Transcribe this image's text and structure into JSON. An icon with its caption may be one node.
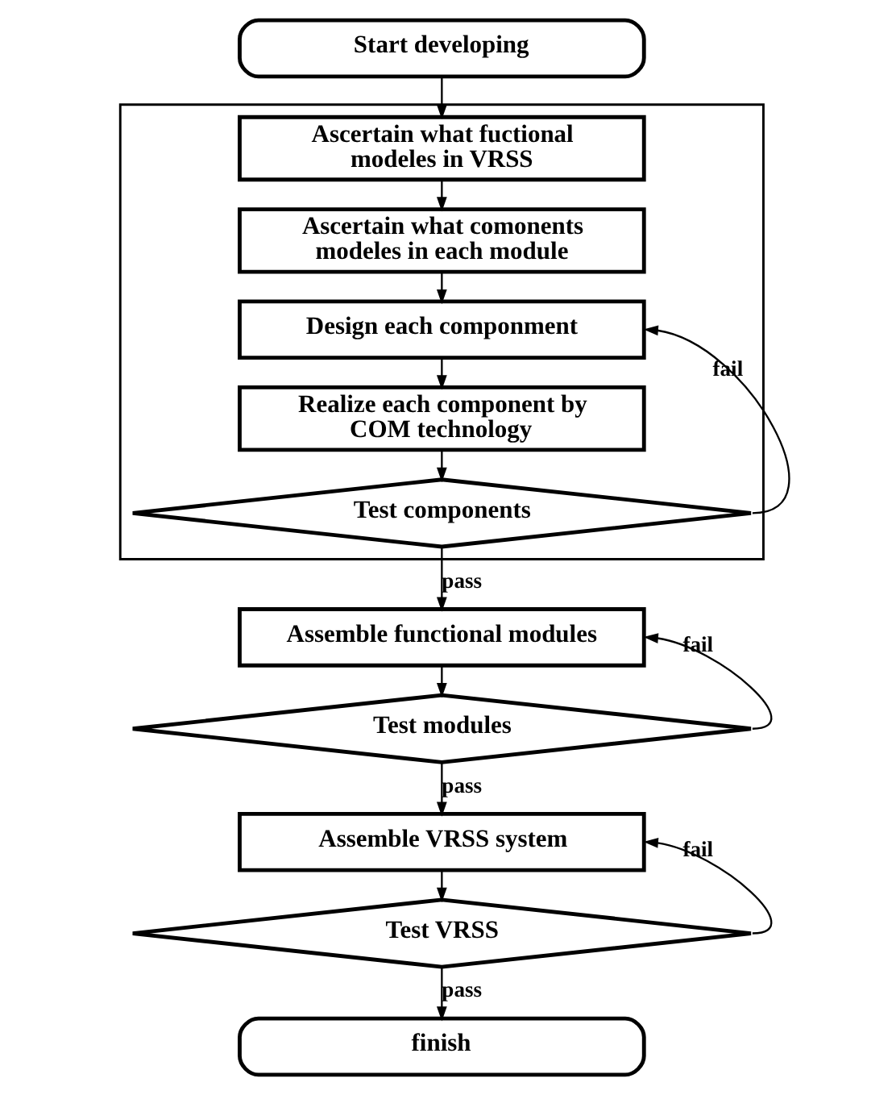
{
  "diagram": {
    "nodes": [
      {
        "text": [
          "Start developing"
        ]
      },
      {
        "text": [],
        "shape": "box"
      },
      {
        "text": [
          "Ascertain what fuctional modeles in VRSS"
        ],
        "in": 1
      },
      {
        "text": [
          "Ascertain what comonents modeles in each module"
        ],
        "in": 1
      },
      {
        "text": [
          "Design each componment"
        ],
        "in": 1
      },
      {
        "text": [
          "Realize each component by COM technology"
        ],
        "in": 1
      },
      {
        "text": [
          "Test components"
        ],
        "in": 1
      },
      {
        "text": [
          "Assemble functional modules"
        ]
      },
      {
        "text": [
          "Test modules"
        ]
      },
      {
        "text": [
          "Assemble VRSS system"
        ]
      },
      {
        "text": [
          "Test VRSS"
        ]
      },
      {
        "text": [
          "finish"
        ]
      }
    ],
    "edges": [
      {
        "from": 0,
        "to": 2,
        "arrow": "to"
      },
      {
        "from": 2,
        "to": 3,
        "arrow": "to"
      },
      {
        "from": 3,
        "to": 4,
        "arrow": "to"
      },
      {
        "from": 4,
        "to": 5,
        "arrow": "to"
      },
      {
        "from": 5,
        "to": 6,
        "arrow": "to"
      },
      {
        "from": 6,
        "to": 4,
        "arrow": "to",
        "label": "fail"
      },
      {
        "from": 6,
        "to": 7,
        "arrow": "to",
        "label": "pass"
      },
      {
        "from": 7,
        "to": 8,
        "arrow": "to"
      },
      {
        "from": 8,
        "to": 7,
        "arrow": "to",
        "label": "fail"
      },
      {
        "from": 8,
        "to": 9,
        "arrow": "to",
        "label": "pass"
      },
      {
        "from": 9,
        "to": 10,
        "arrow": "to"
      },
      {
        "from": 10,
        "to": 9,
        "arrow": "to",
        "label": "fail"
      },
      {
        "from": 10,
        "to": 11,
        "arrow": "to",
        "label": "pass"
      }
    ]
  }
}
